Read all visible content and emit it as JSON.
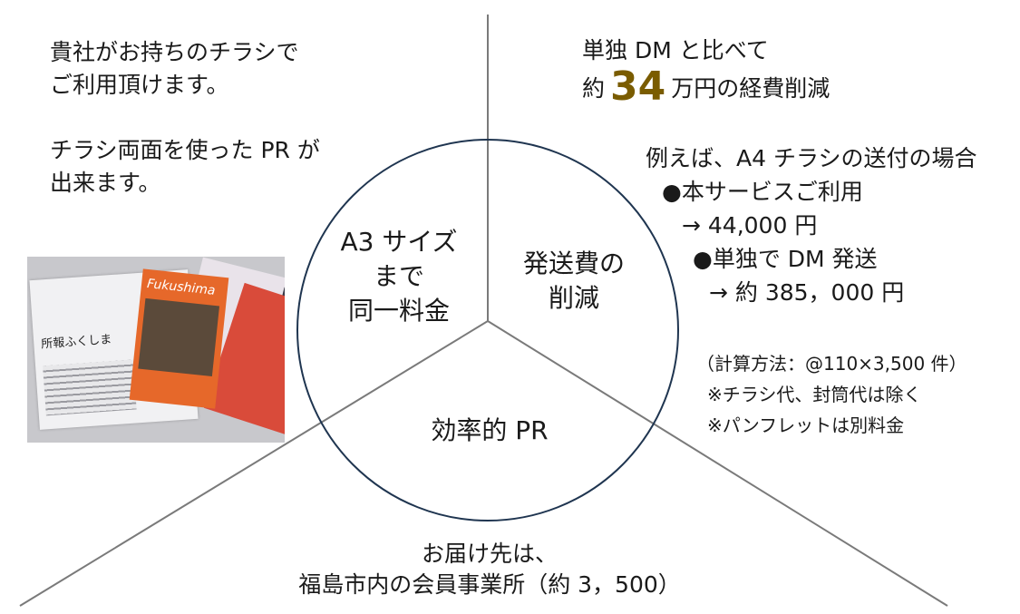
{
  "left_text": {
    "line1": "貴社がお持ちのチラシで",
    "line2": "ご利用頂けます。",
    "line3": "チラシ両面を使った PR が",
    "line4": "出来ます。"
  },
  "right_top": {
    "line1": "単独 DM と比べて",
    "prefix": "約",
    "amount": "34",
    "suffix": "万円の経費削減"
  },
  "right_example": {
    "line1": "例えば、A4 チラシの送付の場合",
    "line2": "●本サービスご利用",
    "line3": "→ 44,000 円",
    "line4": "●単独で DM 発送",
    "line5": "→ 約 385，000 円"
  },
  "calc": {
    "line1": "（計算方法：@110×3,500 件）",
    "line2": "※チラシ代、封筒代は除く",
    "line3": "※パンフレットは別料金"
  },
  "segments": {
    "a3_line1": "A3 サイズ",
    "a3_line2": "まで",
    "a3_line3": "同一料金",
    "ship_line1": "発送費の",
    "ship_line2": "削減",
    "pr": "効率的 PR"
  },
  "bottom": {
    "line1": "お届け先は、",
    "line2": "福島市内の会員事業所（約 3，500）"
  },
  "photo": {
    "magazine_title": "Fukushima",
    "envelope_label": "所報ふくしま"
  },
  "colors": {
    "circle_stroke": "#1f3550",
    "divider": "#7a7a7a",
    "accent_number": "#7a5c00"
  }
}
